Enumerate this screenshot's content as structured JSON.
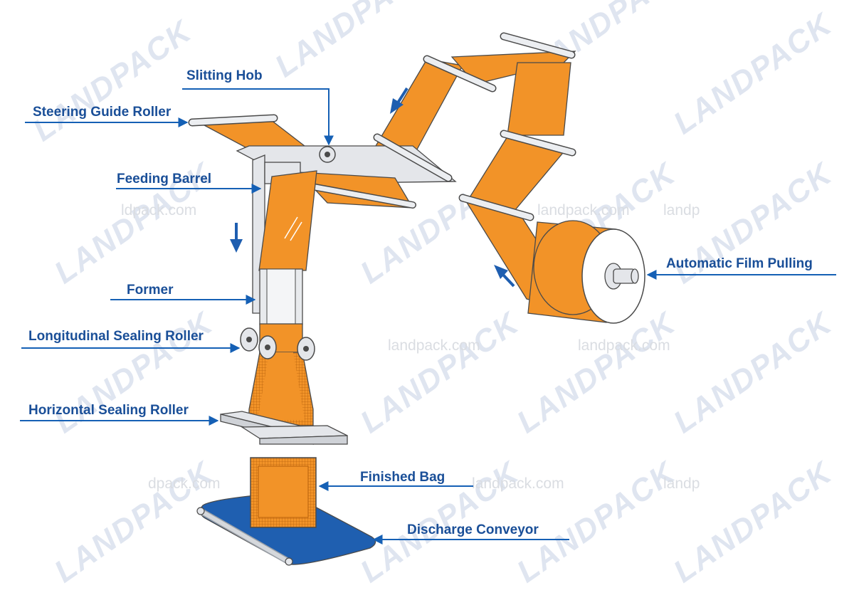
{
  "labels": {
    "slitting_hob": "Slitting Hob",
    "steering_guide_roller": "Steering Guide Roller",
    "feeding_barrel": "Feeding Barrel",
    "former": "Former",
    "longitudinal_sealing_roller": "Longitudinal Sealing Roller",
    "horizontal_sealing_roller": "Horizontal Sealing Roller",
    "finished_bag": "Finished Bag",
    "discharge_conveyor": "Discharge Conveyor",
    "automatic_film_pulling": "Automatic Film Pulling"
  },
  "watermark": {
    "site": "landpack.com",
    "site_partial_left": "ldpack.com",
    "site_partial_right": "landp",
    "site_partial_d": "dpack.com",
    "brand": "LANDPACK"
  },
  "colors": {
    "film": "#f29328",
    "film_dark": "#d97c17",
    "label": "#1a4f98",
    "leader": "#1560b5",
    "arrow": "#1e5eb0",
    "conveyor": "#1f5fb0",
    "metal": "#e4e6ea"
  },
  "icons": {
    "flow_arrow": "arrow-icon"
  }
}
